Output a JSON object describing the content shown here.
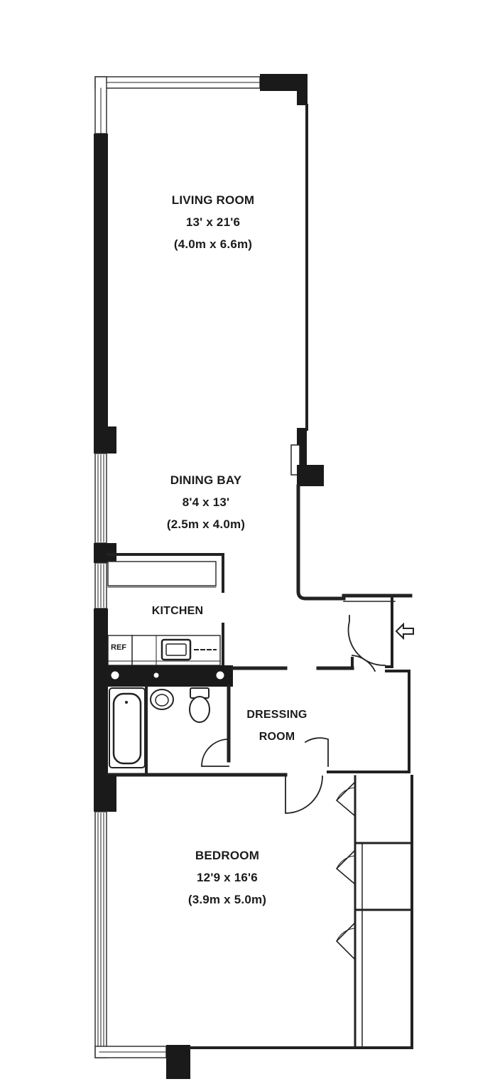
{
  "rooms": {
    "living_room": {
      "name": "LIVING ROOM",
      "dims_imperial": "13' x 21'6",
      "dims_metric": "(4.0m x 6.6m)"
    },
    "dining_bay": {
      "name": "DINING BAY",
      "dims_imperial": "8'4 x 13'",
      "dims_metric": "(2.5m x 4.0m)"
    },
    "kitchen": {
      "name": "KITCHEN"
    },
    "dressing_room": {
      "name_line1": "DRESSING",
      "name_line2": "ROOM"
    },
    "bedroom": {
      "name": "BEDROOM",
      "dims_imperial": "12'9 x 16'6",
      "dims_metric": "(3.9m x 5.0m)"
    }
  },
  "fixtures": {
    "refrigerator": "REF"
  },
  "icons": {
    "entry_marker": "entry-arrow-icon"
  },
  "colors": {
    "wall": "#1a1a1a",
    "line": "#222222",
    "background": "#ffffff"
  }
}
